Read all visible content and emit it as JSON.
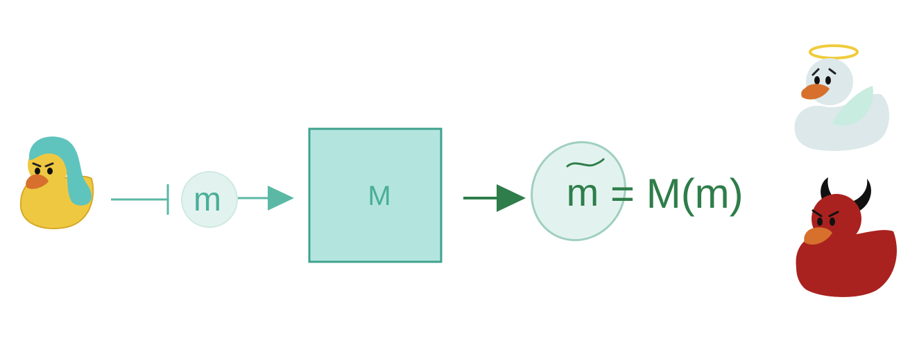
{
  "diagram": {
    "input_label": "m",
    "box_label": "M",
    "output_symbol": "m",
    "equation": "= M(m)"
  },
  "colors": {
    "teal": "#5bb8a4",
    "teal_light": "#e2f3ef",
    "box_fill": "#b3e5de",
    "box_stroke": "#3fa28e",
    "dark_green": "#2e7d4a",
    "ellipse_fill": "#e2f3ef",
    "ellipse_stroke": "#9fcfbf"
  },
  "icons": {
    "sender": "yellow-duck-icon",
    "good_receiver": "angel-duck-icon",
    "bad_receiver": "devil-duck-icon"
  }
}
